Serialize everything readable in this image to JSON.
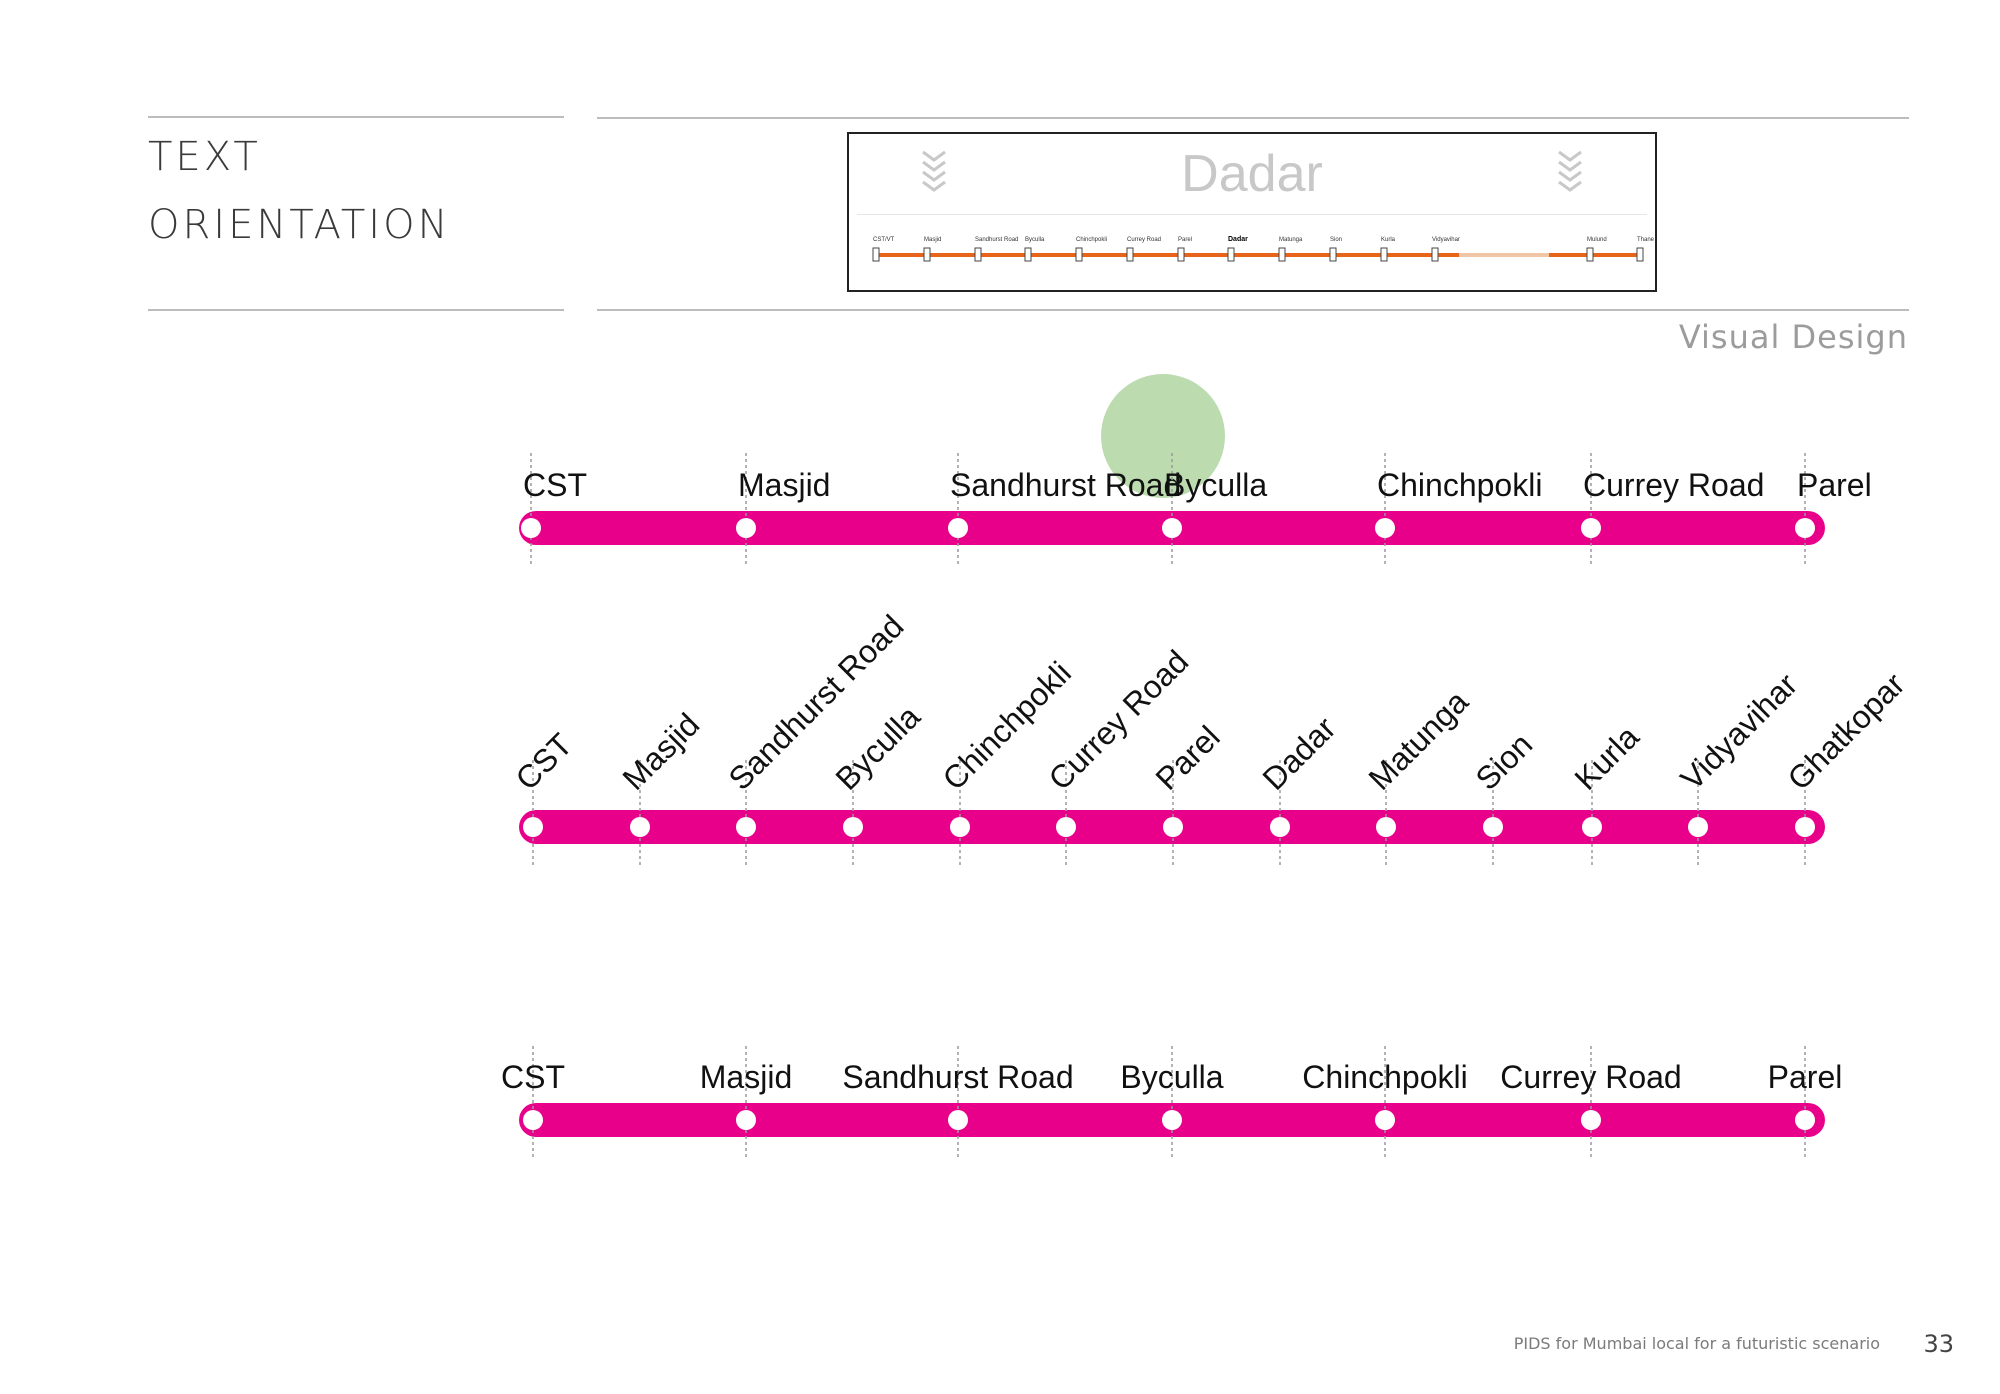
{
  "section": {
    "title_line1": "TEXT",
    "title_line2": "ORIENTATION",
    "category": "Visual Design"
  },
  "thumbnail": {
    "current_station": "Dadar",
    "stations": [
      {
        "label": "CST/VT"
      },
      {
        "label": "Masjid"
      },
      {
        "label": "Sandhurst Road"
      },
      {
        "label": "Byculla"
      },
      {
        "label": "Chinchpokli"
      },
      {
        "label": "Currey Road"
      },
      {
        "label": "Parel"
      },
      {
        "label": "Dadar",
        "current": true
      },
      {
        "label": "Matunga"
      },
      {
        "label": "Sion"
      },
      {
        "label": "Kurla"
      },
      {
        "label": "Vidyavihar"
      },
      {
        "label": "Mulund"
      },
      {
        "label": "Thane"
      }
    ],
    "line_color": "#e8641a"
  },
  "colors": {
    "line": "#e8008a",
    "station_dot": "#ffffff",
    "thumb_line": "#e8641a",
    "highlight": "#bcdcb0"
  },
  "line1": {
    "stations": [
      "CST",
      "Masjid",
      "Sandhurst Road",
      "Byculla",
      "Chinchpokli",
      "Currey Road",
      "Parel"
    ]
  },
  "line2": {
    "stations": [
      "CST",
      "Masjid",
      "Sandhurst Road",
      "Byculla",
      "Chinchpokli",
      "Currey Road",
      "Parel",
      "Dadar",
      "Matunga",
      "Sion",
      "Kurla",
      "Vidyavihar",
      "Ghatkopar"
    ]
  },
  "line3": {
    "stations": [
      "CST",
      "Masjid",
      "Sandhurst Road",
      "Byculla",
      "Chinchpokli",
      "Currey Road",
      "Parel"
    ]
  },
  "footer": {
    "caption": "PIDS for Mumbai local for a futuristic scenario",
    "page_number": "33"
  }
}
